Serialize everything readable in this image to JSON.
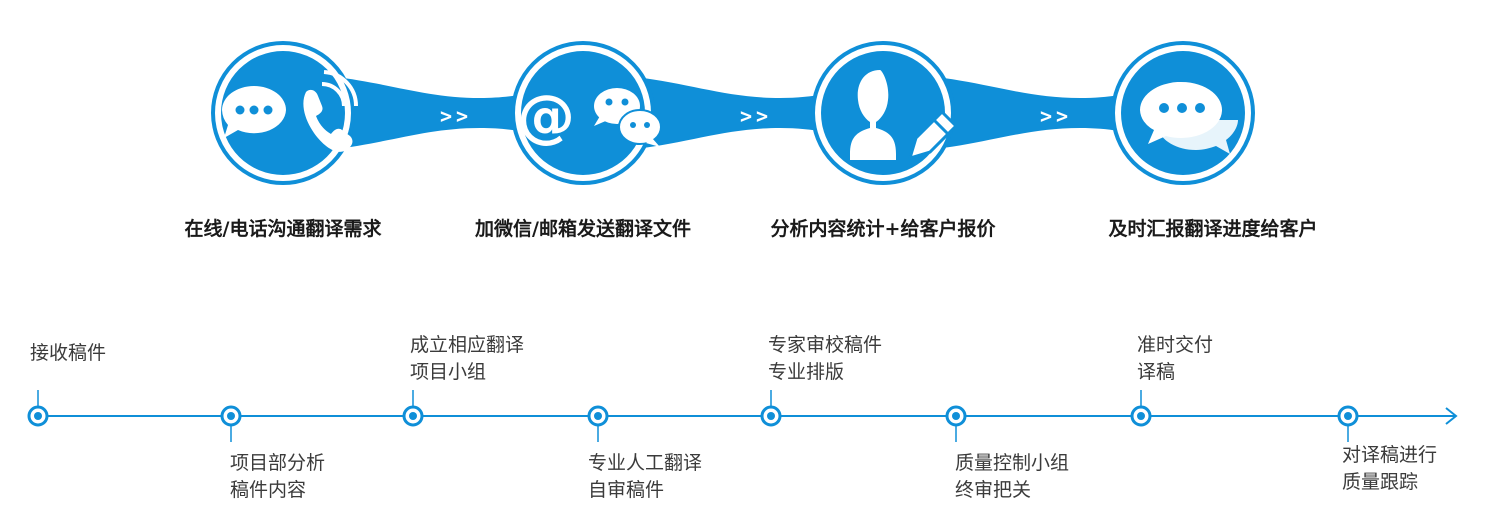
{
  "process_steps": [
    {
      "icon": "chat-phone-icon",
      "label": "在线/电话沟通翻译需求"
    },
    {
      "icon": "email-wechat-icon",
      "label": "加微信/邮箱发送翻译文件"
    },
    {
      "icon": "user-edit-icon",
      "label": "分析内容统计+给客户报价"
    },
    {
      "icon": "chat-bubble-icon",
      "label": "及时汇报翻译进度给客户"
    }
  ],
  "connector_text": ">>",
  "timeline": {
    "stages": [
      {
        "position": "above",
        "lines": [
          "接收稿件"
        ]
      },
      {
        "position": "below",
        "lines": [
          "项目部分析",
          "稿件内容"
        ]
      },
      {
        "position": "above",
        "lines": [
          "成立相应翻译",
          "项目小组"
        ]
      },
      {
        "position": "below",
        "lines": [
          "专业人工翻译",
          "自审稿件"
        ]
      },
      {
        "position": "above",
        "lines": [
          "专家审校稿件",
          "专业排版"
        ]
      },
      {
        "position": "below",
        "lines": [
          "质量控制小组",
          "终审把关"
        ]
      },
      {
        "position": "above",
        "lines": [
          "准时交付",
          "译稿"
        ]
      },
      {
        "position": "below",
        "lines": [
          "对译稿进行",
          "质量跟踪"
        ]
      }
    ]
  },
  "colors": {
    "accent": "#0f8fd8",
    "text_dark": "#1a1a1a",
    "text_gray": "#3b3b3b"
  }
}
